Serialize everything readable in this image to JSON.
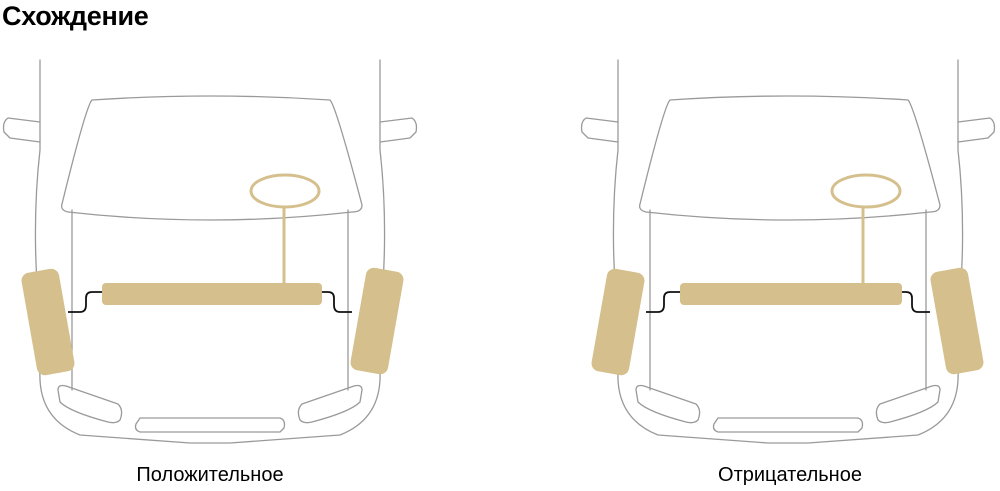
{
  "title": "Схождение",
  "diagrams": [
    {
      "caption": "Положительное"
    },
    {
      "caption": "Отрицательное"
    }
  ],
  "colors": {
    "accent": "#d5c08d",
    "outline": "#9a9a9a",
    "axle": "#111111"
  }
}
